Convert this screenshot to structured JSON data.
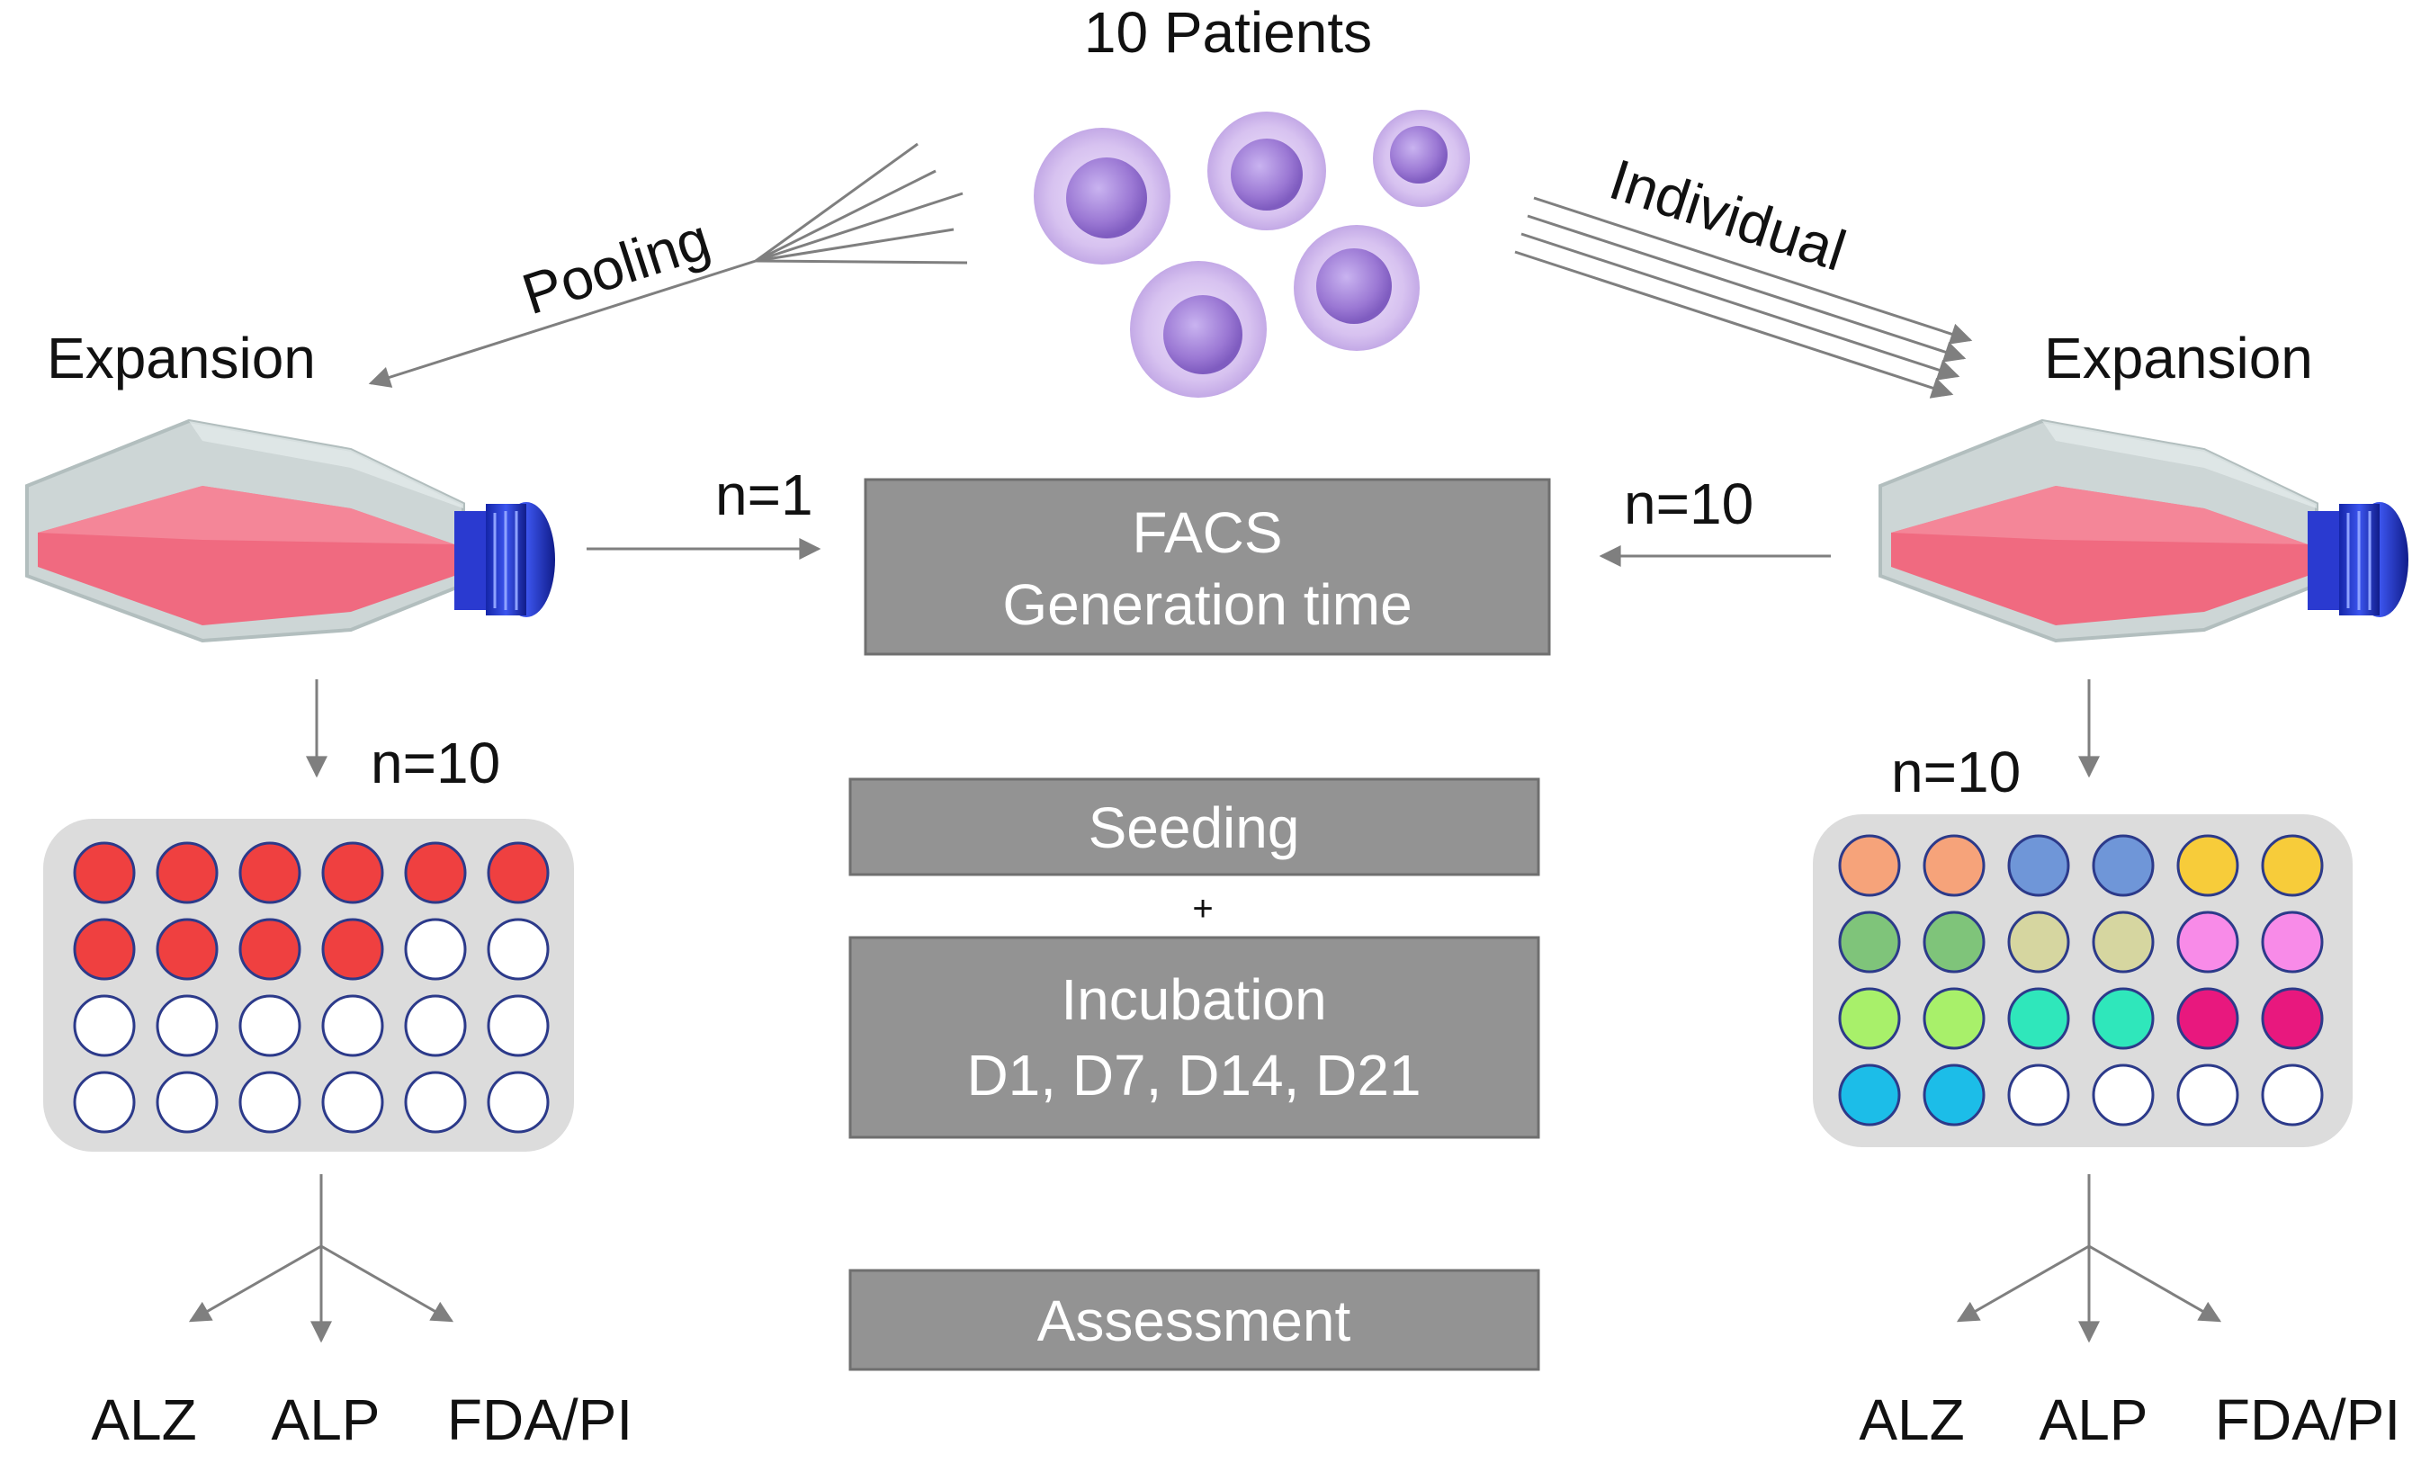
{
  "title": "10 Patients",
  "left": {
    "route_label": "Pooling",
    "step_label": "Expansion",
    "n_to_facs": "n=1",
    "n_to_plate": "n=10",
    "plate": {
      "rows": [
        [
          "#ef4040",
          "#ef4040",
          "#ef4040",
          "#ef4040",
          "#ef4040",
          "#ef4040"
        ],
        [
          "#ef4040",
          "#ef4040",
          "#ef4040",
          "#ef4040",
          "#ffffff",
          "#ffffff"
        ],
        [
          "#ffffff",
          "#ffffff",
          "#ffffff",
          "#ffffff",
          "#ffffff",
          "#ffffff"
        ],
        [
          "#ffffff",
          "#ffffff",
          "#ffffff",
          "#ffffff",
          "#ffffff",
          "#ffffff"
        ]
      ]
    },
    "assays": [
      "ALZ",
      "ALP",
      "FDA/PI"
    ]
  },
  "right": {
    "route_label": "Individual",
    "step_label": "Expansion",
    "n_to_facs": "n=10",
    "n_to_plate": "n=10",
    "plate": {
      "rows": [
        [
          "#f6a37a",
          "#f6a37a",
          "#6f96d8",
          "#6f96d8",
          "#f7cc3a",
          "#f7cc3a"
        ],
        [
          "#7fc47a",
          "#7fc47a",
          "#d6d6a0",
          "#d6d6a0",
          "#f88be8",
          "#f88be8"
        ],
        [
          "#a8f06a",
          "#a8f06a",
          "#2fe7bb",
          "#2fe7bb",
          "#e8187e",
          "#e8187e"
        ],
        [
          "#1cbde8",
          "#1cbde8",
          "#ffffff",
          "#ffffff",
          "#ffffff",
          "#ffffff"
        ]
      ]
    },
    "assays": [
      "ALZ",
      "ALP",
      "FDA/PI"
    ]
  },
  "center": {
    "facs_line1": "FACS",
    "facs_line2": "Generation time",
    "seeding": "Seeding",
    "plus": "+",
    "incubation_line1": "Incubation",
    "incubation_line2": "D1, D7, D14, D21",
    "assessment": "Assessment"
  },
  "colors": {
    "box_fill": "#939393",
    "arrow": "#7f7f7f",
    "cell_membrane": "#dcc8f0",
    "cell_nucleus": "#a98ad8",
    "flask_body": "#c9d3d3",
    "flask_media": "#f06a80",
    "flask_cap": "#2233cc",
    "plate_bg": "#dcdcdc",
    "well_stroke": "#2c3a8a"
  }
}
